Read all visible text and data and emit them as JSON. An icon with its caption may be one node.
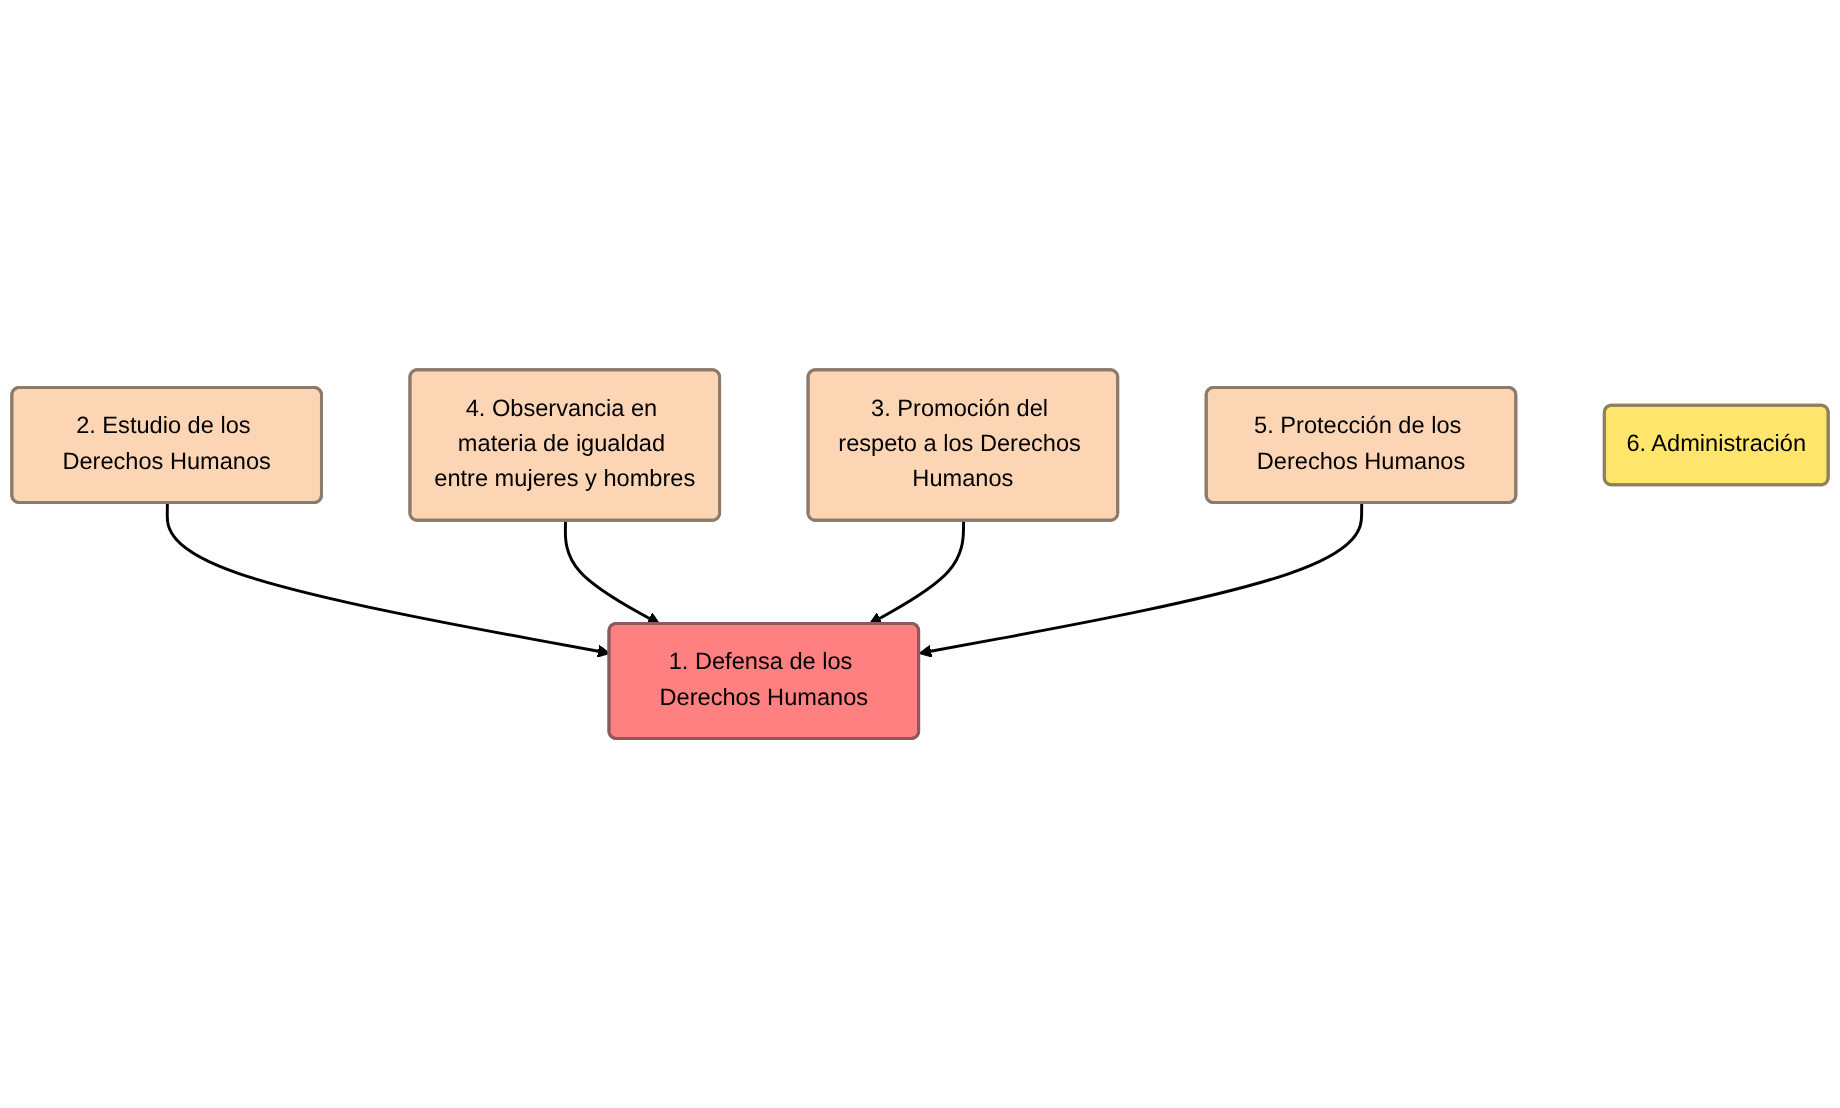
{
  "diagram": {
    "nodes": [
      {
        "text": [
          "2. Estudio de los Derechos Humanos"
        ]
      },
      {
        "text": [
          "4. Observancia en materia de igualdad entre mujeres y hombres"
        ]
      },
      {
        "text": [
          "1. Defensa de los Derechos Humanos"
        ]
      },
      {
        "text": [
          "3. Promoción del respeto a los Derechos Humanos"
        ]
      },
      {
        "text": [
          "5. Protección de los Derechos Humanos"
        ]
      },
      {
        "text": [
          "6. Administración"
        ]
      }
    ],
    "edges": [
      {
        "from": 0,
        "to": 2,
        "arrow": "to"
      },
      {
        "from": 1,
        "to": 2,
        "arrow": "to"
      },
      {
        "from": 3,
        "to": 2,
        "arrow": "to"
      },
      {
        "from": 4,
        "to": 2,
        "arrow": "to"
      }
    ]
  }
}
